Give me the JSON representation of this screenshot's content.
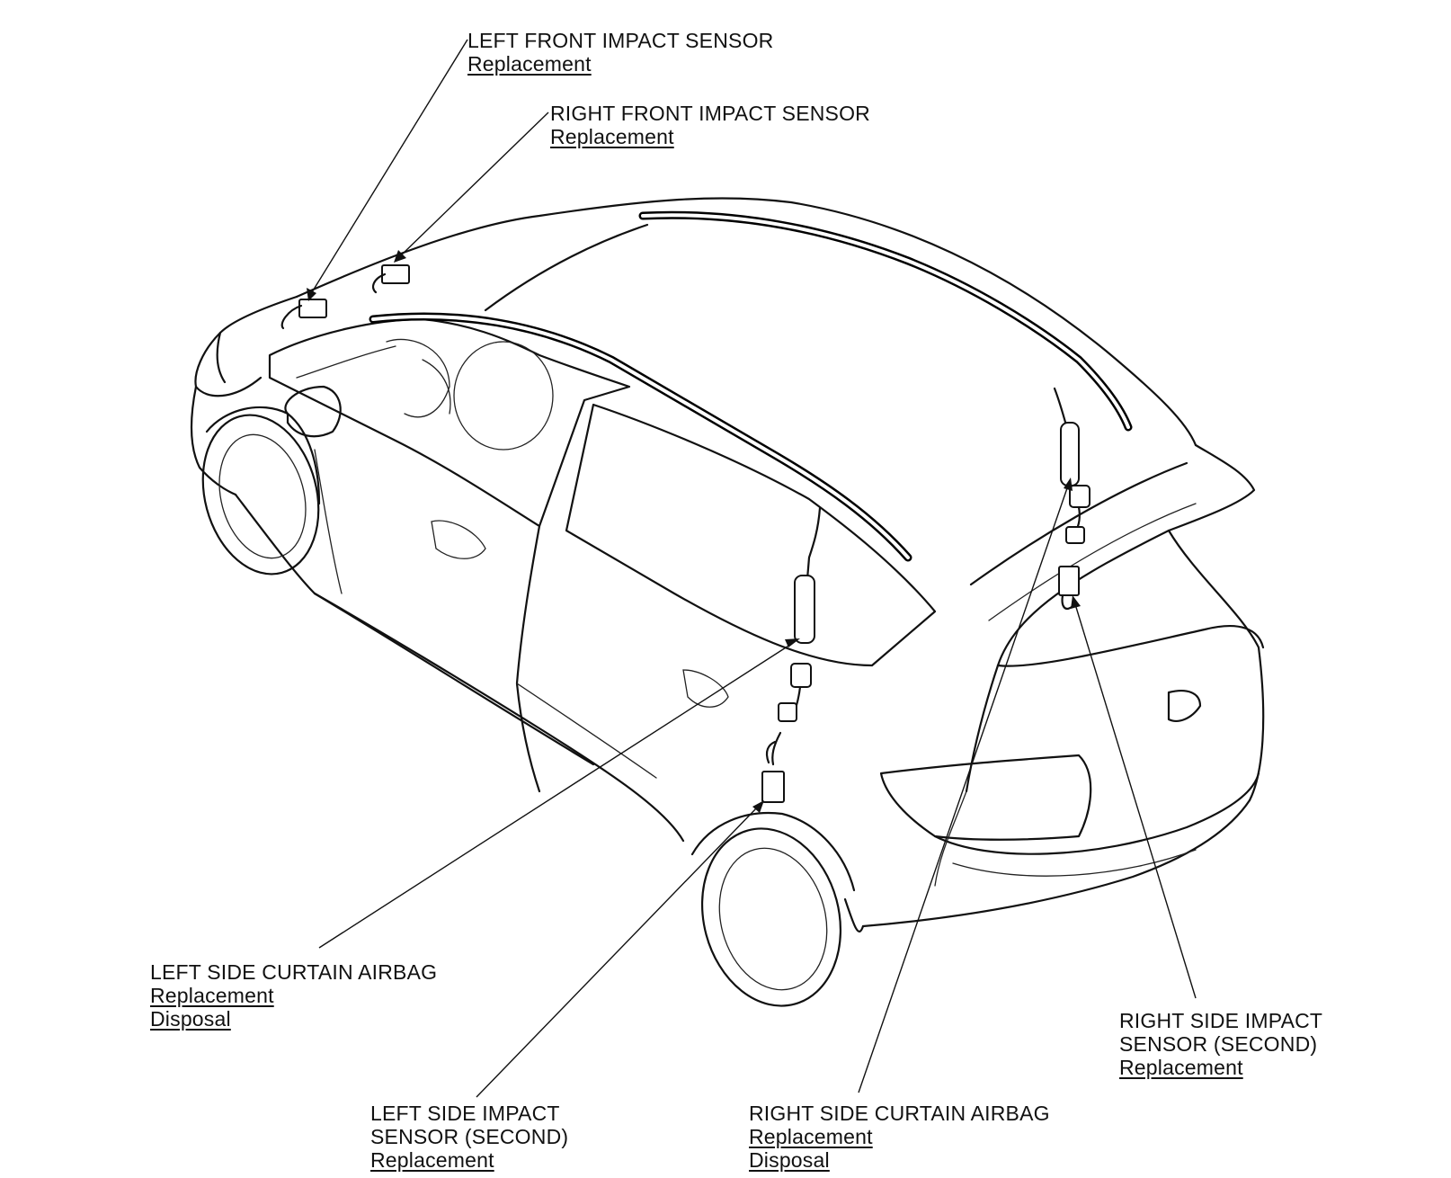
{
  "callouts": {
    "left_front_impact": {
      "title": "LEFT FRONT IMPACT SENSOR",
      "links": [
        "Replacement"
      ]
    },
    "right_front_impact": {
      "title": "RIGHT FRONT IMPACT SENSOR",
      "links": [
        "Replacement"
      ]
    },
    "left_curtain": {
      "title": "LEFT SIDE CURTAIN AIRBAG",
      "links": [
        "Replacement",
        "Disposal"
      ]
    },
    "left_side_impact": {
      "title": "LEFT SIDE IMPACT\nSENSOR (SECOND)",
      "links": [
        "Replacement"
      ]
    },
    "right_curtain": {
      "title": "RIGHT SIDE CURTAIN AIRBAG",
      "links": [
        "Replacement",
        "Disposal"
      ]
    },
    "right_side_impact": {
      "title": "RIGHT SIDE IMPACT\nSENSOR (SECOND)",
      "links": [
        "Replacement"
      ]
    }
  }
}
